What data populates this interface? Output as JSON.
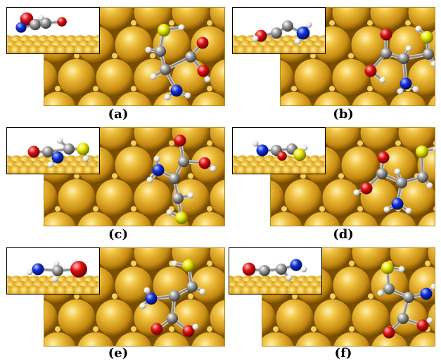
{
  "panels": [
    {
      "id": "a",
      "caption": "(a)"
    },
    {
      "id": "b",
      "caption": "(b)"
    },
    {
      "id": "c",
      "caption": "(c)"
    },
    {
      "id": "d",
      "caption": "(d)"
    },
    {
      "id": "e",
      "caption": "(e)"
    },
    {
      "id": "f",
      "caption": "(f)"
    }
  ],
  "colors": {
    "gold_light": "#f3d27a",
    "gold_mid": "#d9a21f",
    "gold_dark": "#8a5a05",
    "carbon": "#8c8c8c",
    "oxygen": "#e01010",
    "nitrogen": "#1030d8",
    "sulfur": "#e6e600",
    "hydrogen": "#f2f2f2"
  }
}
